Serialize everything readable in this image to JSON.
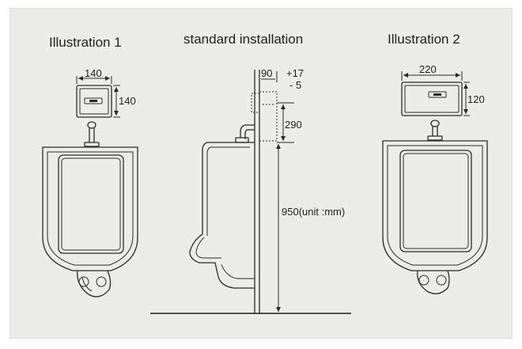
{
  "titles": {
    "left": "Illustration 1",
    "center": "standard installation",
    "right": "Illustration 2"
  },
  "dimensions": {
    "ill1_width": "140",
    "ill1_height": "140",
    "std_depth": "90",
    "std_tol_plus": "+17",
    "std_tol_minus": "- 5",
    "std_sensor": "290",
    "std_height": "950(unit :mm)",
    "ill2_width": "220",
    "ill2_height": "120"
  },
  "colors": {
    "background": "#ececea",
    "line": "#2a2a2a"
  }
}
